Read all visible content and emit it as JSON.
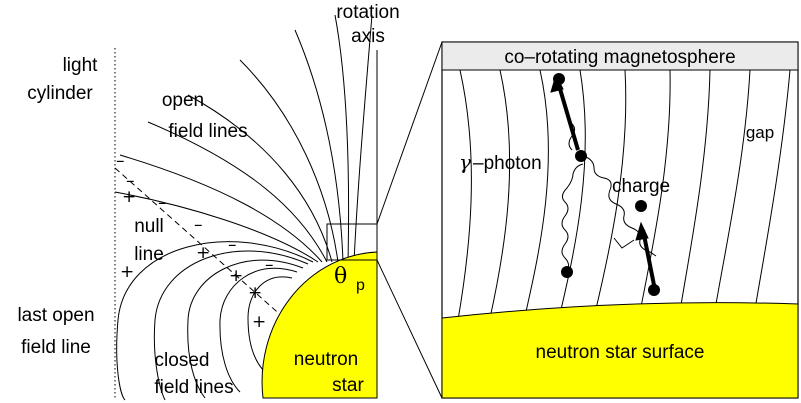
{
  "left_panel": {
    "rotation_axis_line1": "rotation",
    "rotation_axis_line2": "axis",
    "light_cylinder_line1": "light",
    "light_cylinder_line2": "cylinder",
    "open_field_line1": "open",
    "open_field_line2": "field lines",
    "null_line_line1": "null",
    "null_line_line2": "line",
    "last_open_line1": "last open",
    "last_open_line2": "field line",
    "closed_line1": "closed",
    "closed_line2": "field lines",
    "neutron_star_line1": "neutron",
    "neutron_star_line2": "star",
    "theta_symbol": "θ",
    "theta_subscript": "p",
    "plus": "+",
    "minus": "–"
  },
  "right_panel": {
    "magnetosphere_label": "co–rotating magnetosphere",
    "gap_label": "gap",
    "photon_symbol": "γ",
    "photon_label": "–photon",
    "charge_label": "charge",
    "surface_label": "neutron star surface"
  },
  "colors": {
    "star_fill": "#ffff00",
    "band_fill": "#ebebeb",
    "line": "#000000"
  }
}
